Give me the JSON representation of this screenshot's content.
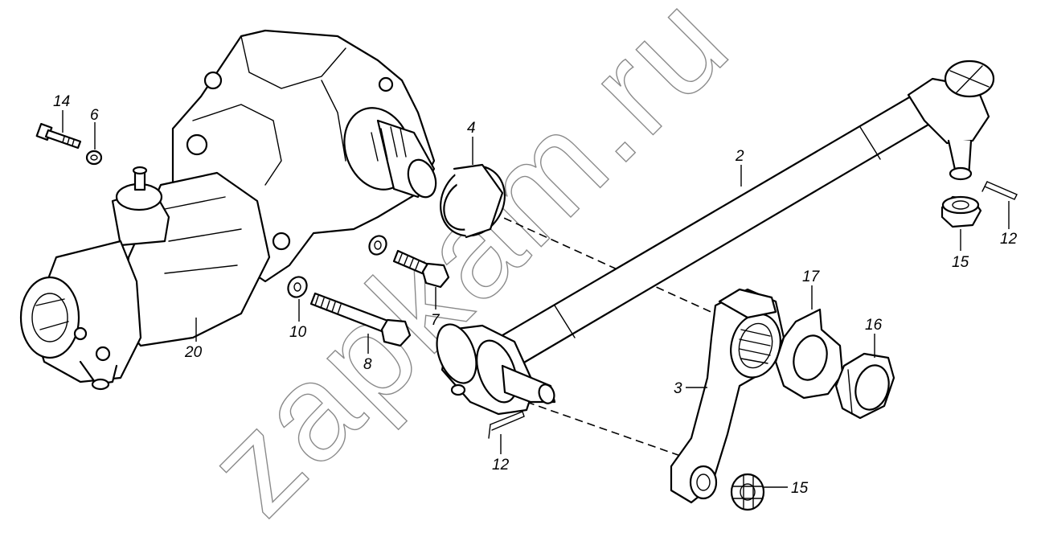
{
  "watermark": "zapkam.ru",
  "callouts": {
    "c2": "2",
    "c3": "3",
    "c4": "4",
    "c6": "6",
    "c7": "7",
    "c8": "8",
    "c10": "10",
    "c12a": "12",
    "c12b": "12",
    "c14": "14",
    "c15a": "15",
    "c15b": "15",
    "c16": "16",
    "c17": "17",
    "c20": "20"
  }
}
